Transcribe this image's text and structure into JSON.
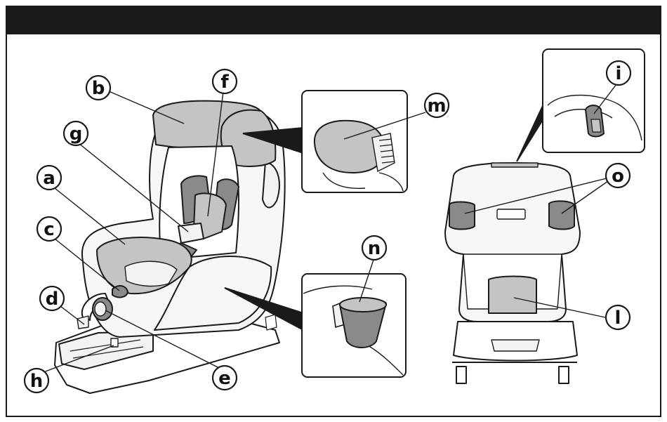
{
  "header": {
    "bar_color": "#1a1a1a",
    "title": ""
  },
  "labels": {
    "a": "a",
    "b": "b",
    "c": "c",
    "d": "d",
    "e": "e",
    "f": "f",
    "g": "g",
    "h": "h",
    "i": "i",
    "l": "l",
    "m": "m",
    "n": "n",
    "o": "o"
  },
  "colors": {
    "highlight": "#c4c4c4",
    "highlight_dark": "#8a8a8a",
    "line": "#1a1a1a",
    "light": "#f2f2f2"
  }
}
